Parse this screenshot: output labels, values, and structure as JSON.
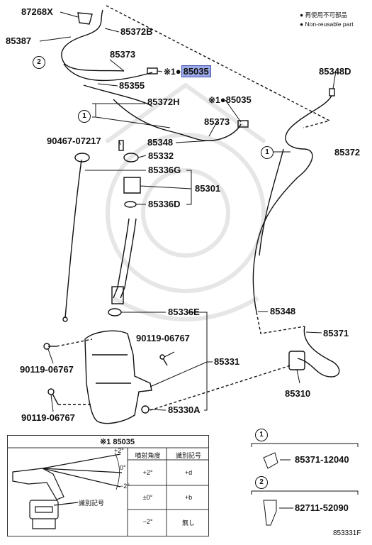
{
  "legend": {
    "symbol": "●",
    "jp": "再使用不可部品",
    "en": "Non-reusable part"
  },
  "labels": {
    "p87268X": "87268X",
    "p85387": "85387",
    "p85372B": "85372B",
    "p85373a": "85373",
    "p85035a": "85035",
    "p85355": "85355",
    "p85372H": "85372H",
    "p85035b": "85035",
    "p85373b": "85373",
    "p85348a": "85348",
    "p85348D": "85348D",
    "p85372": "85372",
    "p9046707217": "90467-07217",
    "p85332": "85332",
    "p85336G": "85336G",
    "p85301": "85301",
    "p85336D": "85336D",
    "p85348b": "85348",
    "p85371": "85371",
    "p85336E": "85336E",
    "p9011906767a": "90119-06767",
    "p9011906767b": "90119-06767",
    "p85331": "85331",
    "p9011906767c": "90119-06767",
    "p85310": "85310",
    "p85330A": "85330A"
  },
  "marks": {
    "note1": "※1",
    "note1b": "※1",
    "dot": "●"
  },
  "callouts": {
    "c1a": "1",
    "c2": "2",
    "c1b": "1",
    "c1key": "1",
    "c2key": "2"
  },
  "table": {
    "title": "※1 85035",
    "col1": "噴射角度",
    "col2": "識別記号",
    "rows": [
      {
        "angle": "+2°",
        "code": "+d"
      },
      {
        "angle": "±0°",
        "code": "+b"
      },
      {
        "angle": "−2°",
        "code": "無し"
      }
    ],
    "mark_label": "識別記号",
    "angle_up": "+2°",
    "angle_mid": "0°",
    "angle_down": "−2°"
  },
  "key": {
    "part1": "85371-12040",
    "part2": "82711-52090"
  },
  "ref_code": "853331F"
}
